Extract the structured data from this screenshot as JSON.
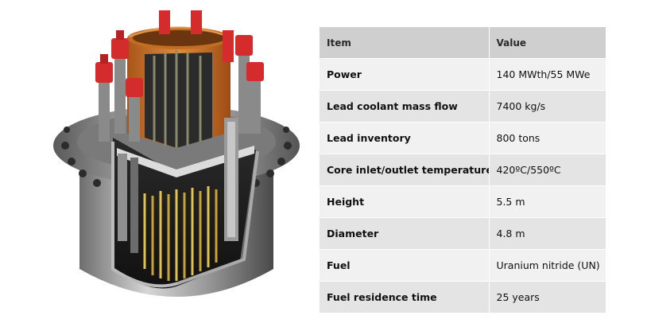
{
  "table": {
    "headers": {
      "item": "Item",
      "value": "Value"
    },
    "rows": [
      {
        "item": "Power",
        "value": "140 MWth/55 MWe"
      },
      {
        "item": "Lead coolant mass flow",
        "value": "7400 kg/s"
      },
      {
        "item": "Lead inventory",
        "value": "800 tons"
      },
      {
        "item": "Core inlet/outlet temperature",
        "value": "420ºC/550ºC"
      },
      {
        "item": "Height",
        "value": "5.5 m"
      },
      {
        "item": "Diameter",
        "value": "4.8 m"
      },
      {
        "item": "Fuel",
        "value": "Uranium nitride (UN)"
      },
      {
        "item": "Fuel residence time",
        "value": "25 years"
      }
    ]
  },
  "colors": {
    "header_bg": "#cfcfcf",
    "row_light": "#f1f1f1",
    "row_dark": "#e4e4e4",
    "vessel_orange": "#d87a28",
    "nozzle_red": "#d42c2c",
    "rod_yellow": "#e3c14a"
  }
}
